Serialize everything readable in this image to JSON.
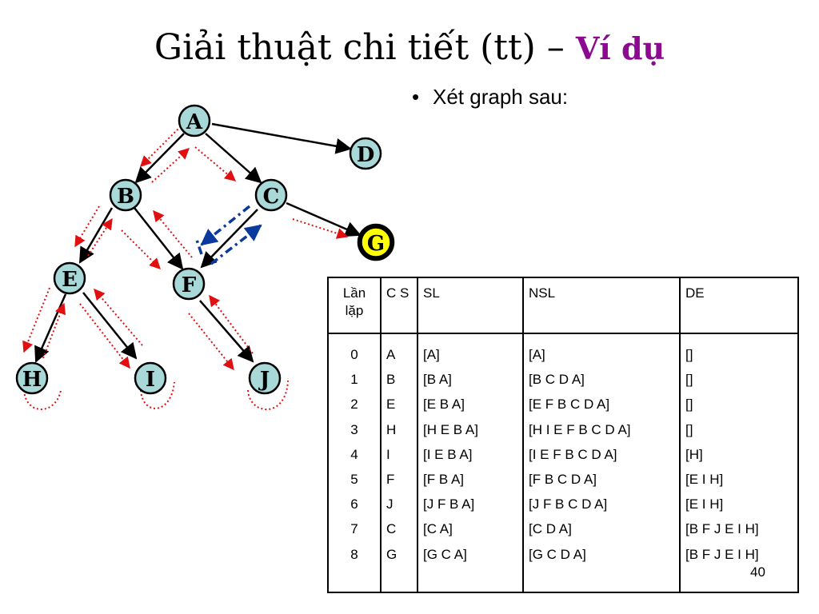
{
  "title": {
    "main": "Giải thuật chi tiết (tt) –",
    "accent": "Ví dụ"
  },
  "bullet": {
    "text": "Xét graph sau:"
  },
  "colors": {
    "title_accent": "#8B0A8F",
    "node_fill": "#A8D8D8",
    "goal_fill": "#FFFF00",
    "trace_red": "#E01010",
    "backtrack_blue": "#0B3A9E"
  },
  "graph": {
    "nodes": [
      {
        "id": "A",
        "label": "A"
      },
      {
        "id": "B",
        "label": "B"
      },
      {
        "id": "C",
        "label": "C"
      },
      {
        "id": "D",
        "label": "D"
      },
      {
        "id": "E",
        "label": "E"
      },
      {
        "id": "F",
        "label": "F"
      },
      {
        "id": "G",
        "label": "G",
        "goal": true
      },
      {
        "id": "H",
        "label": "H"
      },
      {
        "id": "I",
        "label": "I"
      },
      {
        "id": "J",
        "label": "J"
      }
    ],
    "edges": [
      [
        "A",
        "B"
      ],
      [
        "A",
        "C"
      ],
      [
        "A",
        "D"
      ],
      [
        "B",
        "E"
      ],
      [
        "B",
        "F"
      ],
      [
        "C",
        "F"
      ],
      [
        "C",
        "G"
      ],
      [
        "E",
        "H"
      ],
      [
        "E",
        "I"
      ],
      [
        "F",
        "J"
      ]
    ]
  },
  "table": {
    "headers": [
      "Lần lặp",
      "C S",
      "SL",
      "NSL",
      "DE"
    ],
    "rows": [
      {
        "iter": "0",
        "cs": "A",
        "sl": "[A]",
        "nsl": "[A]",
        "de": "[]"
      },
      {
        "iter": "1",
        "cs": "B",
        "sl": "[B A]",
        "nsl": "[B C D A]",
        "de": "[]"
      },
      {
        "iter": "2",
        "cs": "E",
        "sl": "[E B A]",
        "nsl": "[E F B C D A]",
        "de": "[]"
      },
      {
        "iter": "3",
        "cs": "H",
        "sl": "[H E B A]",
        "nsl": "[H I E F B C D A]",
        "de": "[]"
      },
      {
        "iter": "4",
        "cs": "I",
        "sl": "[I E B A]",
        "nsl": "[I E F B C D A]",
        "de": "[H]"
      },
      {
        "iter": "5",
        "cs": "F",
        "sl": "[F B A]",
        "nsl": "[F B C D A]",
        "de": "[E I H]"
      },
      {
        "iter": "6",
        "cs": "J",
        "sl": "[J F B A]",
        "nsl": "[J F B C D A]",
        "de": "[E I H]"
      },
      {
        "iter": "7",
        "cs": "C",
        "sl": "[C A]",
        "nsl": "[C D A]",
        "de": "[B F J E I H]"
      },
      {
        "iter": "8",
        "cs": "G",
        "sl": "[G C A]",
        "nsl": "[G C D A]",
        "de": "[B F J E I H]",
        "sl_bold": true
      }
    ]
  },
  "page_number": "40"
}
